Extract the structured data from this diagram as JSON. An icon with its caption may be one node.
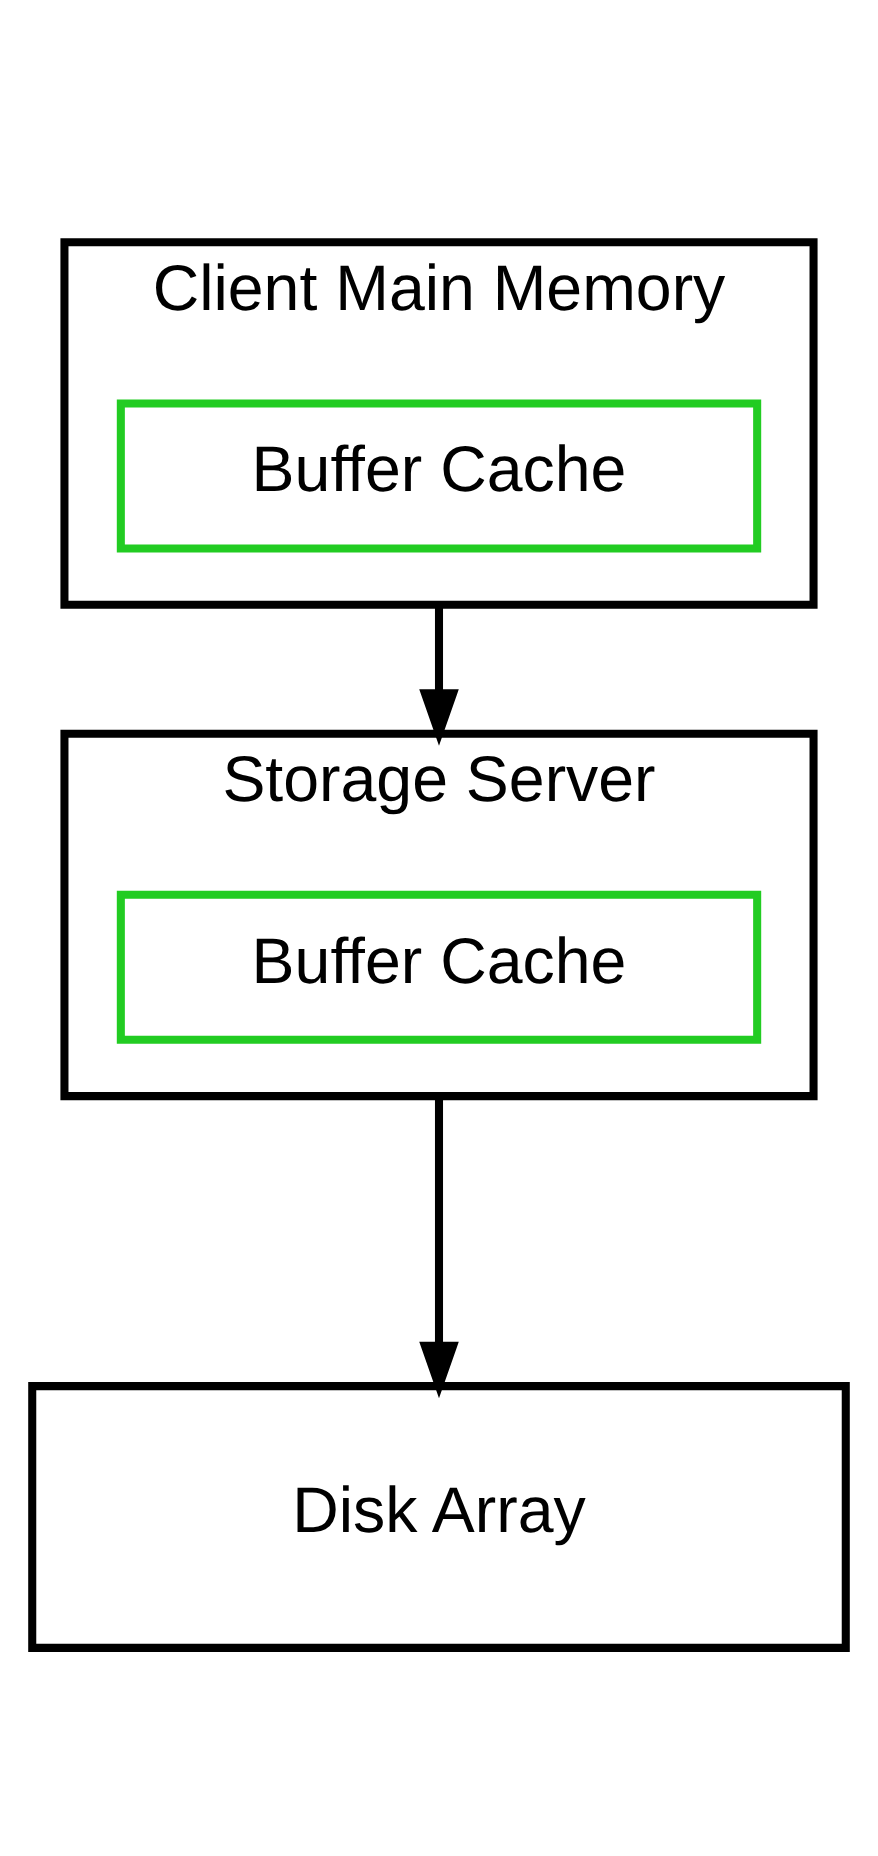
{
  "diagram": {
    "nodes": [
      {
        "text": [
          "Client Main Memory"
        ]
      },
      {
        "text": [
          "Buffer Cache"
        ],
        "in": 0
      },
      {
        "text": [
          "Storage Server"
        ]
      },
      {
        "text": [
          "Buffer Cache"
        ],
        "in": 2
      },
      {
        "text": [
          "Disk Array"
        ]
      }
    ],
    "edges": [
      {
        "from": 0,
        "to": 2,
        "arrow": "to"
      },
      {
        "from": 2,
        "to": 4,
        "arrow": "to"
      }
    ]
  }
}
